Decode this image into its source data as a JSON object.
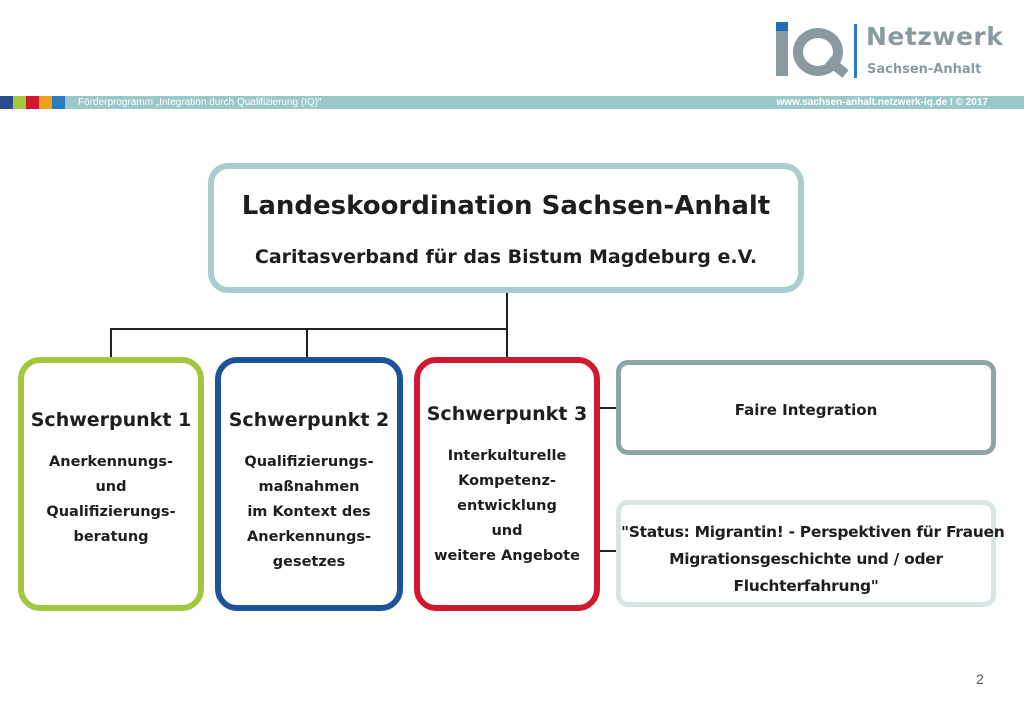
{
  "logo": {
    "title": "Netzwerk",
    "subtitle": "Sachsen-Anhalt",
    "icon": "iq-logo"
  },
  "header": {
    "program": "Förderprogramm „Integration durch Qualifizierung (IQ)“",
    "website": "www.sachsen-anhalt.netzwerk-iq.de  I  © 2017",
    "swatch_colors": [
      "#2a4d8f",
      "#a7c63f",
      "#d1182e",
      "#f0a01e",
      "#2a7bbf"
    ]
  },
  "top": {
    "title": "Landeskoordination Sachsen-Anhalt",
    "subtitle": "Caritasverband für das Bistum Magdeburg e.V."
  },
  "schwerpunkte": [
    {
      "title": "Schwerpunkt 1",
      "lines": [
        "Anerkennungs-",
        "und",
        "Qualifizierungs-",
        "beratung"
      ],
      "color": "#a7c63f"
    },
    {
      "title": "Schwerpunkt 2",
      "lines": [
        "Qualifizierungs-",
        "maßnahmen",
        "im Kontext des",
        "Anerkennungs-",
        "gesetzes"
      ],
      "color": "#1e539b"
    },
    {
      "title": "Schwerpunkt 3",
      "lines": [
        "Interkulturelle",
        "Kompetenz-",
        "entwicklung",
        "und",
        "weitere Angebote"
      ],
      "color": "#d1182e"
    }
  ],
  "side": {
    "faire": "Faire Integration",
    "status_lines": [
      "\"Status: Migrantin! - Perspektiven für Frauen",
      "Migrationsgeschichte und / oder",
      "Fluchterfahrung\""
    ]
  },
  "page_number": "2"
}
